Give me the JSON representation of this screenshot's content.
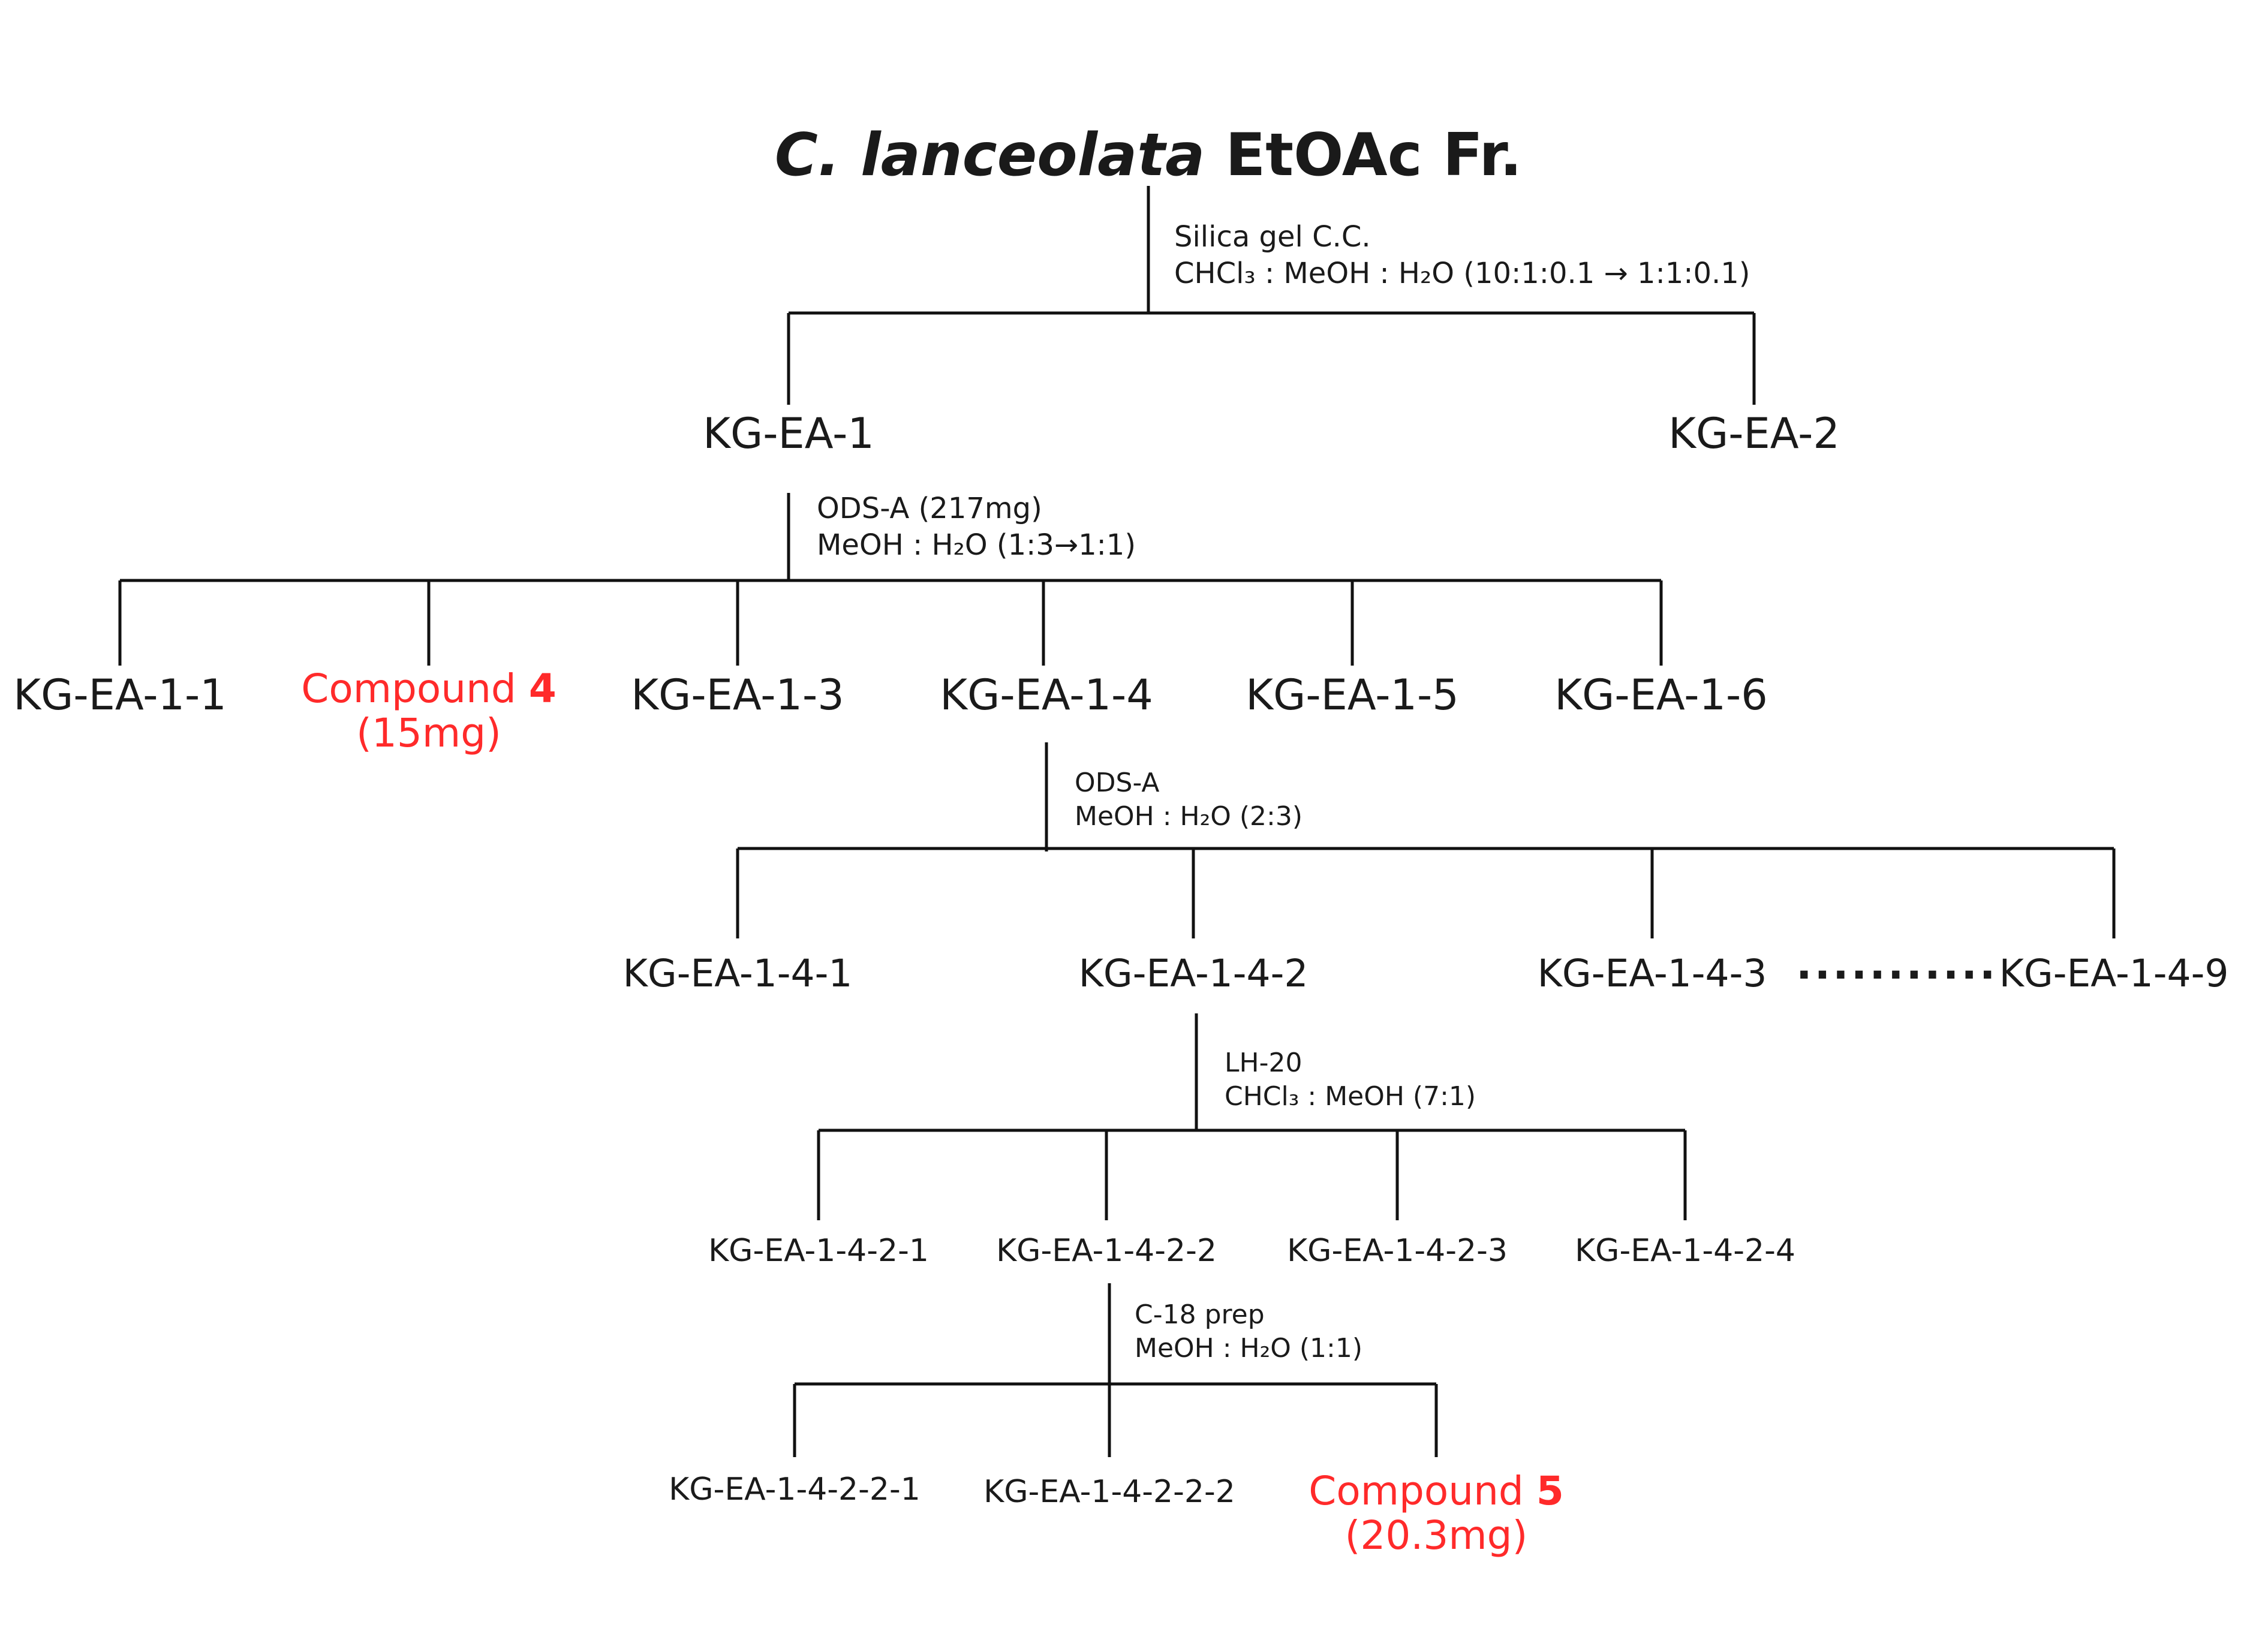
{
  "title": {
    "italic": "C. lanceolata",
    "rest": " EtOAc Fr."
  },
  "steps": [
    {
      "method": "Silica gel C.C.",
      "solvent": "CHCl₃ : MeOH : H₂O (10:1:0.1 → 1:1:0.1)"
    },
    {
      "method": "ODS-A (217mg)",
      "solvent": "MeOH : H₂O (1:3→1:1)"
    },
    {
      "method": "ODS-A",
      "solvent": "MeOH : H₂O (2:3)"
    },
    {
      "method": "LH-20",
      "solvent": "CHCl₃ : MeOH (7:1)"
    },
    {
      "method": "C-18 prep",
      "solvent": "MeOH : H₂O (1:1)"
    }
  ],
  "level1": [
    "KG-EA-1",
    "KG-EA-2"
  ],
  "level2": [
    "KG-EA-1-1",
    "KG-EA-1-3",
    "KG-EA-1-4",
    "KG-EA-1-5",
    "KG-EA-1-6"
  ],
  "level3": [
    "KG-EA-1-4-1",
    "KG-EA-1-4-2",
    "KG-EA-1-4-3",
    "KG-EA-1-4-9"
  ],
  "ellipsis": "···········",
  "level4": [
    "KG-EA-1-4-2-1",
    "KG-EA-1-4-2-2",
    "KG-EA-1-4-2-3",
    "KG-EA-1-4-2-4"
  ],
  "level5": [
    "KG-EA-1-4-2-2-1",
    "KG-EA-1-4-2-2-2"
  ],
  "compounds": [
    {
      "label": "Compound",
      "number": "4",
      "amount": "(15mg)"
    },
    {
      "label": "Compound",
      "number": "5",
      "amount": "(20.3mg)"
    }
  ],
  "colors": {
    "compound": "#ff2a2a",
    "line": "#111111"
  }
}
